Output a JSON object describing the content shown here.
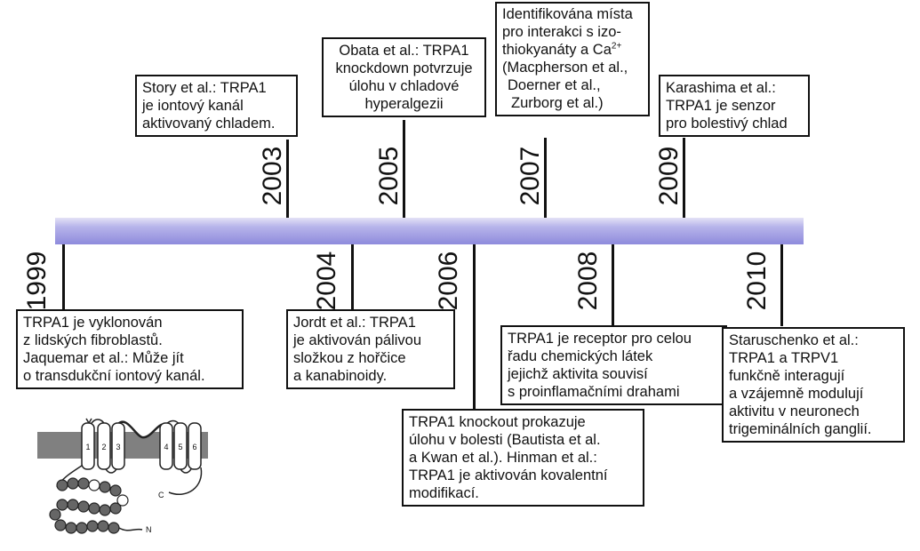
{
  "years": {
    "y1999": "1999",
    "y2003": "2003",
    "y2004": "2004",
    "y2005": "2005",
    "y2006": "2006",
    "y2007": "2007",
    "y2008": "2008",
    "y2009": "2009",
    "y2010": "2010"
  },
  "events": {
    "e1999": [
      "TRPA1 je vyklonován",
      "z lidských fibroblastů.",
      "Jaquemar et al.: Může jít",
      "o transdukční iontový kanál."
    ],
    "e2003": [
      "Story et al.: TRPA1",
      "je iontový kanál",
      "aktivovaný chladem."
    ],
    "e2004": [
      "Jordt et al.: TRPA1",
      "je aktivován pálivou",
      "složkou z hořčice",
      "a kanabinoidy."
    ],
    "e2005": [
      "Obata et al.: TRPA1",
      "knockdown potvrzuje",
      "úlohu v chladové",
      "hyperalgezii"
    ],
    "e2006": [
      "TRPA1 knockout prokazuje",
      "úlohu v bolesti (Bautista et al.",
      "a Kwan et al.). Hinman et al.:",
      "TRPA1 je aktivován kovalentní",
      "modifikací."
    ],
    "e2007": [
      "Identifikována místa",
      "pro interakci s izo-",
      "thiokyanáty a Ca",
      "(Macpherson et al.,",
      "Doerner et al.,",
      "Zurborg et al.)"
    ],
    "e2007_sup": "2+",
    "e2008": [
      "TRPA1 je receptor pro celou",
      "řadu chemických látek",
      "jejichž aktivita souvisí",
      "s proinflamačními drahami"
    ],
    "e2009": [
      "Karashima et al.:",
      "TRPA1 je senzor",
      "pro bolestivý chlad"
    ],
    "e2010": [
      "Staruschenko et al.:",
      "TRPA1 a TRPV1",
      "funkčně interagují",
      "a vzájemně modulují",
      "aktivitu v neuronech",
      "trigeminálních ganglií."
    ]
  },
  "protein": {
    "helix_labels": [
      "1",
      "2",
      "3",
      "4",
      "5",
      "6"
    ],
    "c_label": "C",
    "n_label": "N"
  }
}
